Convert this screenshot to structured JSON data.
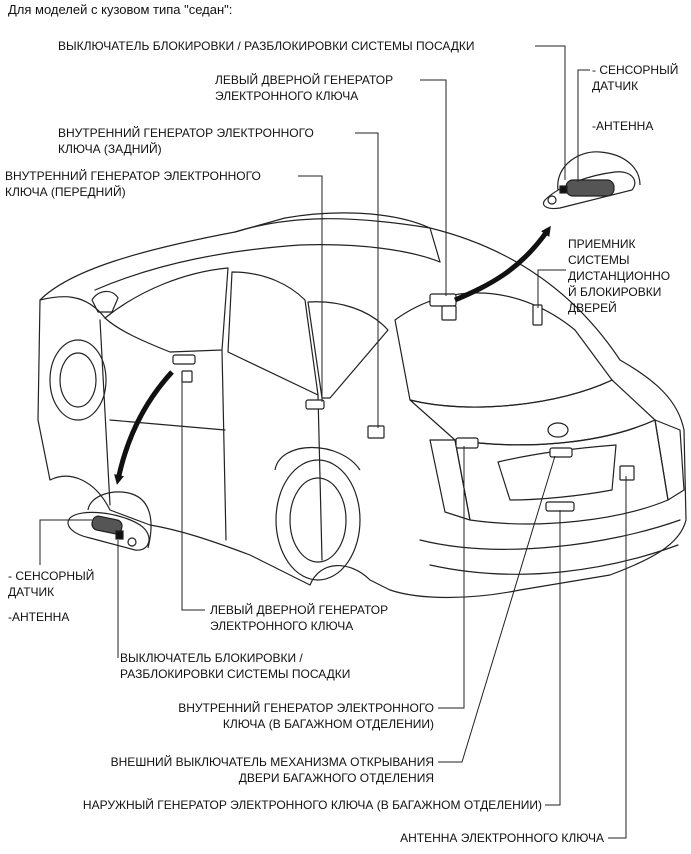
{
  "caption": "Для моделей с кузовом типа \"седан\":",
  "labels": {
    "door_lock_switch_top": "ВЫКЛЮЧАТЕЛЬ БЛОКИРОВКИ / РАЗБЛОКИРОВКИ СИСТЕМЫ ПОСАДКИ",
    "touch_sensor_top": "- СЕНСОРНЫЙ\nДАТЧИК",
    "antenna_top": "-АНТЕННА",
    "left_door_generator_top": "ЛЕВЫЙ ДВЕРНОЙ ГЕНЕРАТОР\nЭЛЕКТРОННОГО КЛЮЧА",
    "inner_generator_rear": "ВНУТРЕННИЙ ГЕНЕРАТОР ЭЛЕКТРОННОГО\nКЛЮЧА (ЗАДНИЙ)",
    "inner_generator_front": "ВНУТРЕННИЙ ГЕНЕРАТОР ЭЛЕКТРОННОГО\nКЛЮЧА (ПЕРЕДНИЙ)",
    "remote_receiver": "ПРИЕМНИК\nСИСТЕМЫ\nДИСТАНЦИОННО\nЙ БЛОКИРОВКИ\nДВЕРЕЙ",
    "touch_sensor_bottom": "- СЕНСОРНЫЙ\nДАТЧИК",
    "antenna_bottom": "-АНТЕННА",
    "left_door_generator_bottom": "ЛЕВЫЙ ДВЕРНОЙ ГЕНЕРАТОР\nЭЛЕКТРОННОГО КЛЮЧА",
    "door_lock_switch_bottom": "ВЫКЛЮЧАТЕЛЬ БЛОКИРОВКИ /\nРАЗБЛОКИРОВКИ СИСТЕМЫ ПОСАДКИ",
    "inner_generator_trunk": "ВНУТРЕННИЙ ГЕНЕРАТОР ЭЛЕКТРОННОГО\nКЛЮЧА (В БАГАЖНОМ ОТДЕЛЕНИИ)",
    "trunk_opener_switch": "ВНЕШНИЙ ВЫКЛЮЧАТЕЛЬ МЕХАНИЗМА ОТКРЫВАНИЯ\nДВЕРИ БАГАЖНОГО ОТДЕЛЕНИЯ",
    "outer_generator_trunk": "НАРУЖНЫЙ ГЕНЕРАТОР ЭЛЕКТРОННОГО КЛЮЧА (В БАГАЖНОМ ОТДЕЛЕНИИ)",
    "key_antenna": "АНТЕННА ЭЛЕКТРОННОГО КЛЮЧА"
  },
  "colors": {
    "ink": "#111111",
    "line": "#222222",
    "background": "#ffffff"
  }
}
